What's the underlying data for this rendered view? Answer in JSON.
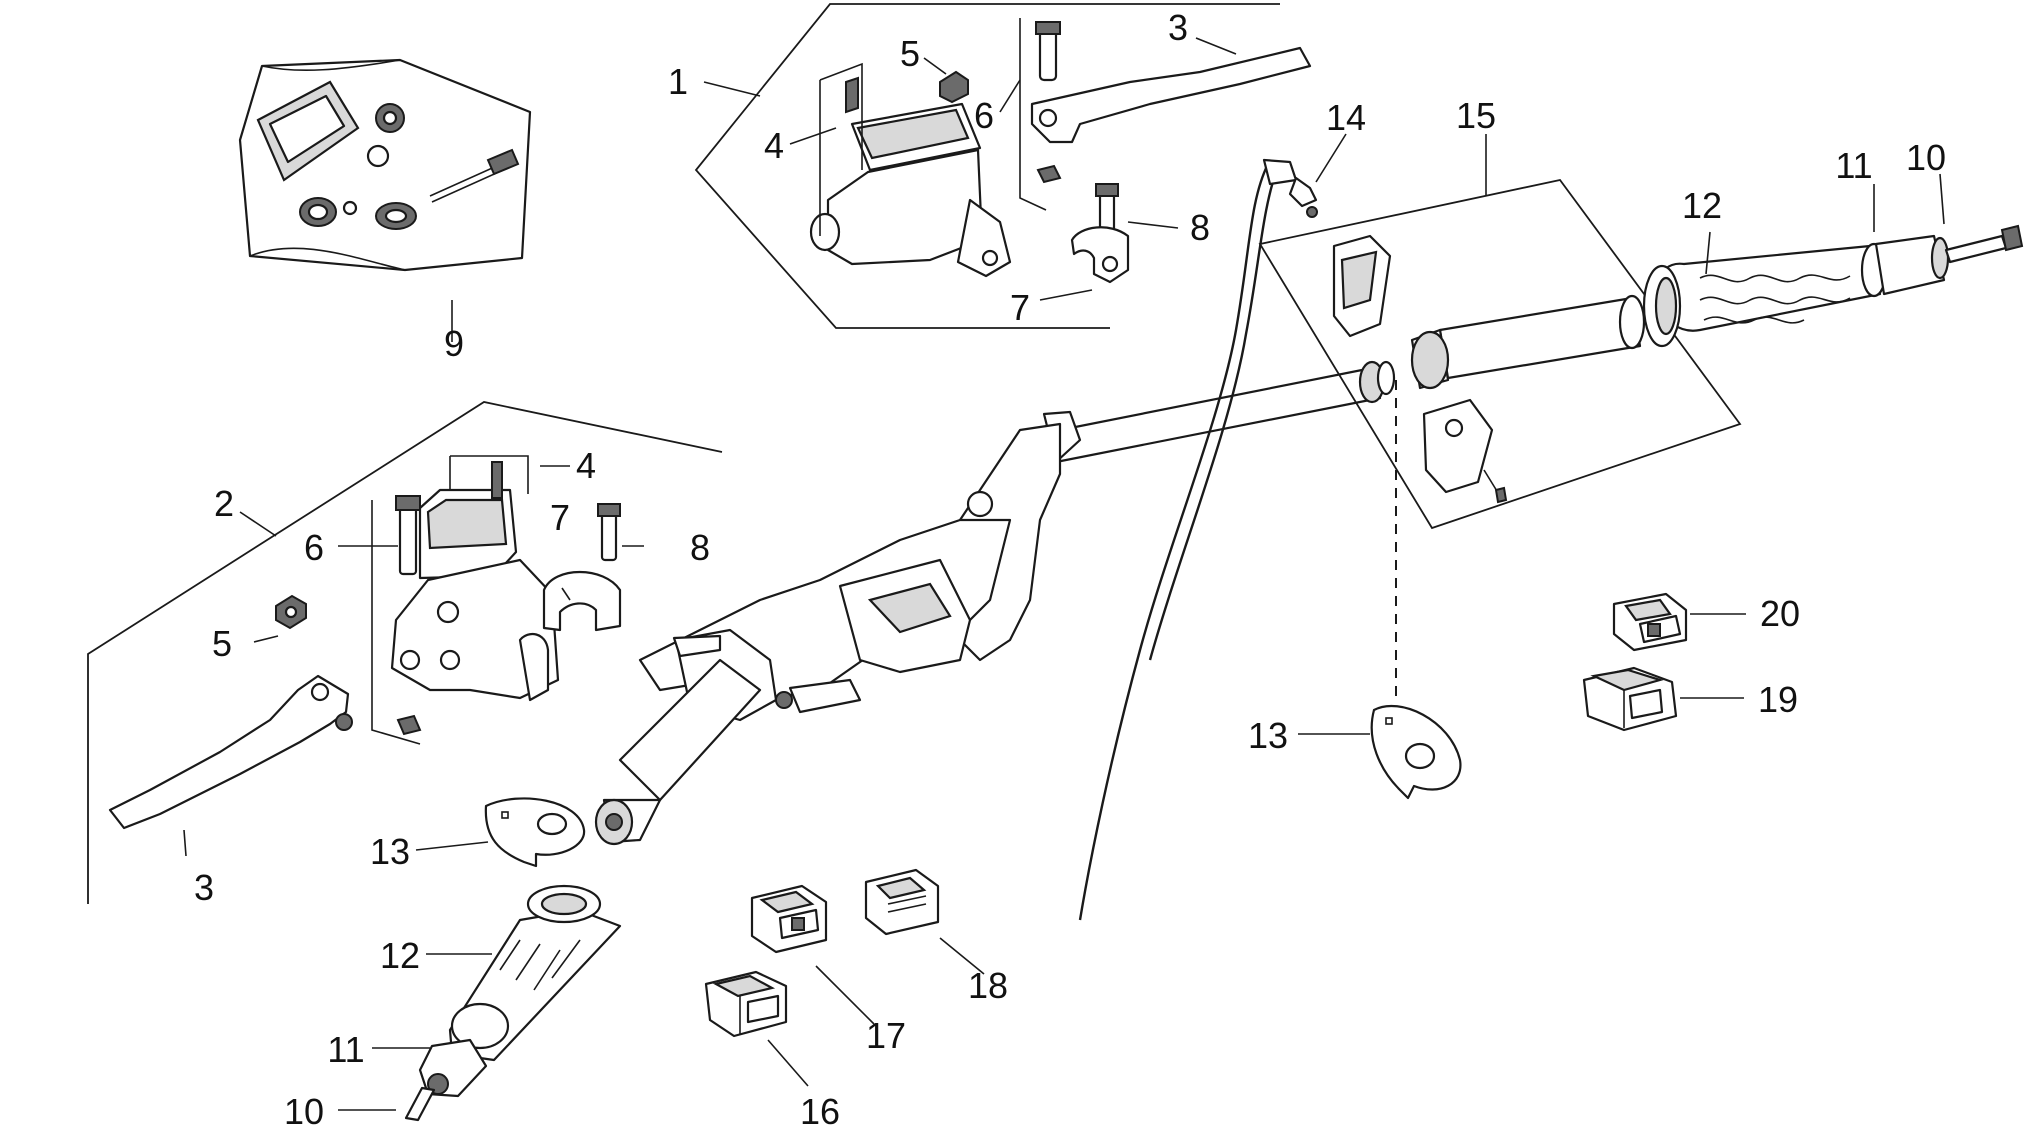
{
  "diagram": {
    "callouts": [
      {
        "id": "c1",
        "text": "1"
      },
      {
        "id": "c3a",
        "text": "3"
      },
      {
        "id": "c4a",
        "text": "4"
      },
      {
        "id": "c5a",
        "text": "5"
      },
      {
        "id": "c6a",
        "text": "6"
      },
      {
        "id": "c7a",
        "text": "7"
      },
      {
        "id": "c8a",
        "text": "8"
      },
      {
        "id": "c9",
        "text": "9"
      },
      {
        "id": "c14",
        "text": "14"
      },
      {
        "id": "c15",
        "text": "15"
      },
      {
        "id": "c12a",
        "text": "12"
      },
      {
        "id": "c11a",
        "text": "11"
      },
      {
        "id": "c10a",
        "text": "10"
      },
      {
        "id": "c2",
        "text": "2"
      },
      {
        "id": "c4b",
        "text": "4"
      },
      {
        "id": "c6b",
        "text": "6"
      },
      {
        "id": "c7b",
        "text": "7"
      },
      {
        "id": "c8b",
        "text": "8"
      },
      {
        "id": "c5b",
        "text": "5"
      },
      {
        "id": "c3b",
        "text": "3"
      },
      {
        "id": "c13a",
        "text": "13"
      },
      {
        "id": "c12b",
        "text": "12"
      },
      {
        "id": "c11b",
        "text": "11"
      },
      {
        "id": "c10b",
        "text": "10"
      },
      {
        "id": "c13b",
        "text": "13"
      },
      {
        "id": "c20",
        "text": "20"
      },
      {
        "id": "c19",
        "text": "19"
      },
      {
        "id": "c18",
        "text": "18"
      },
      {
        "id": "c17",
        "text": "17"
      },
      {
        "id": "c16",
        "text": "16"
      }
    ]
  }
}
